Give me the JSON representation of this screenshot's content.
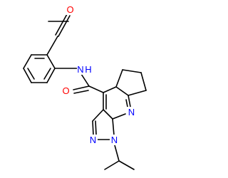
{
  "structure": {
    "atoms": {
      "o_acetyl": {
        "symbol": "O",
        "color": "#ff0000"
      },
      "n_amide": {
        "symbol": "N",
        "color": "#0000ff"
      },
      "h_amide": {
        "symbol": "H",
        "color": "#0000ff"
      },
      "o_amide": {
        "symbol": "O",
        "color": "#ff0000"
      },
      "n_pyridine": {
        "symbol": "N",
        "color": "#0000ff"
      },
      "n_pyrazole_1": {
        "symbol": "N",
        "color": "#0000ff"
      },
      "n_pyrazole_2": {
        "symbol": "N",
        "color": "#0000ff"
      }
    },
    "bond_color": "#000000"
  }
}
